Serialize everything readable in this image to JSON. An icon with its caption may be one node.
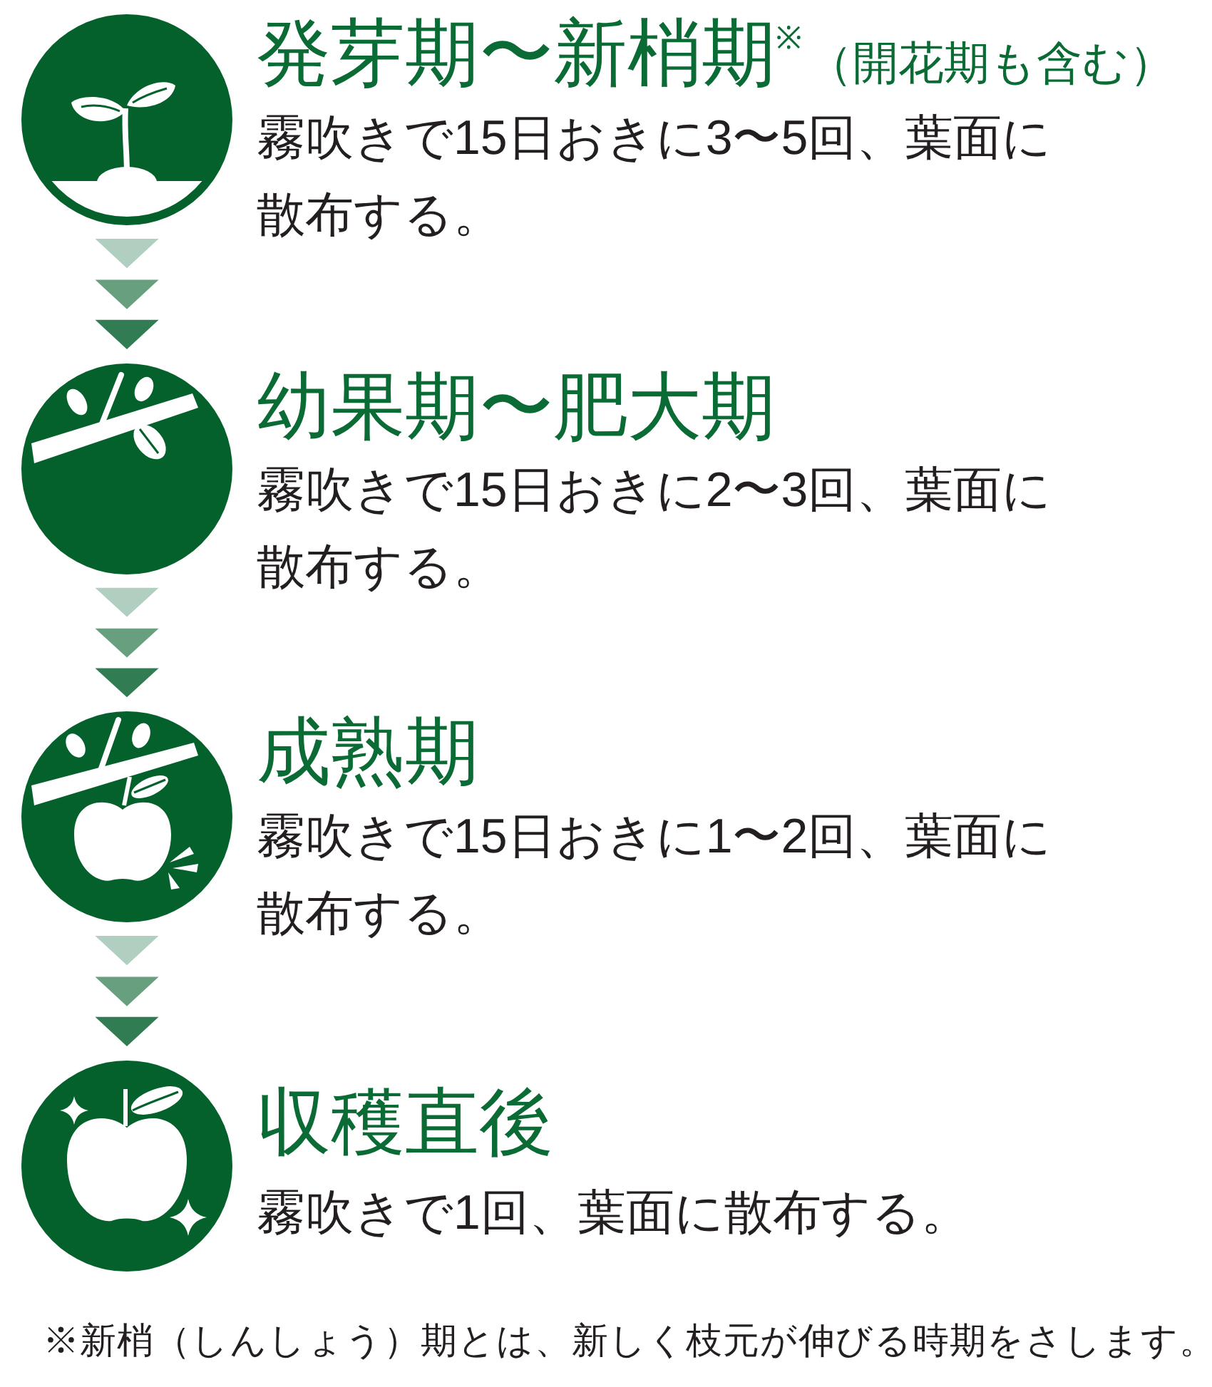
{
  "diagram": {
    "nodes": [
      {
        "text": [],
        "shape": "picture",
        "beside": [
          "発芽期〜新梢期$^{※}$",
          "（開花期も含む）",
          "霧吹きで15日おきに3〜5回、葉面に散布する。"
        ]
      },
      {
        "text": [],
        "shape": "picture",
        "beside": [
          "幼果期〜肥大期",
          "霧吹きで15日おきに2〜3回、葉面に散布する。"
        ]
      },
      {
        "text": [],
        "shape": "picture",
        "beside": [
          "成熟期",
          "霧吹きで15日おきに1〜2回、葉面に散布する。"
        ]
      },
      {
        "text": [],
        "shape": "picture",
        "beside": [
          "収穫直後",
          "霧吹きで1回、葉面に散布する。"
        ]
      }
    ],
    "edges": [
      {
        "from": 0,
        "to": 1,
        "arrow": "to"
      },
      {
        "from": 1,
        "to": 2,
        "arrow": "to"
      },
      {
        "from": 2,
        "to": 3,
        "arrow": "to"
      }
    ],
    "labels": [
      "※新梢（しんしょう）期とは、新しく枝元が伸びる時期をさします。"
    ]
  }
}
